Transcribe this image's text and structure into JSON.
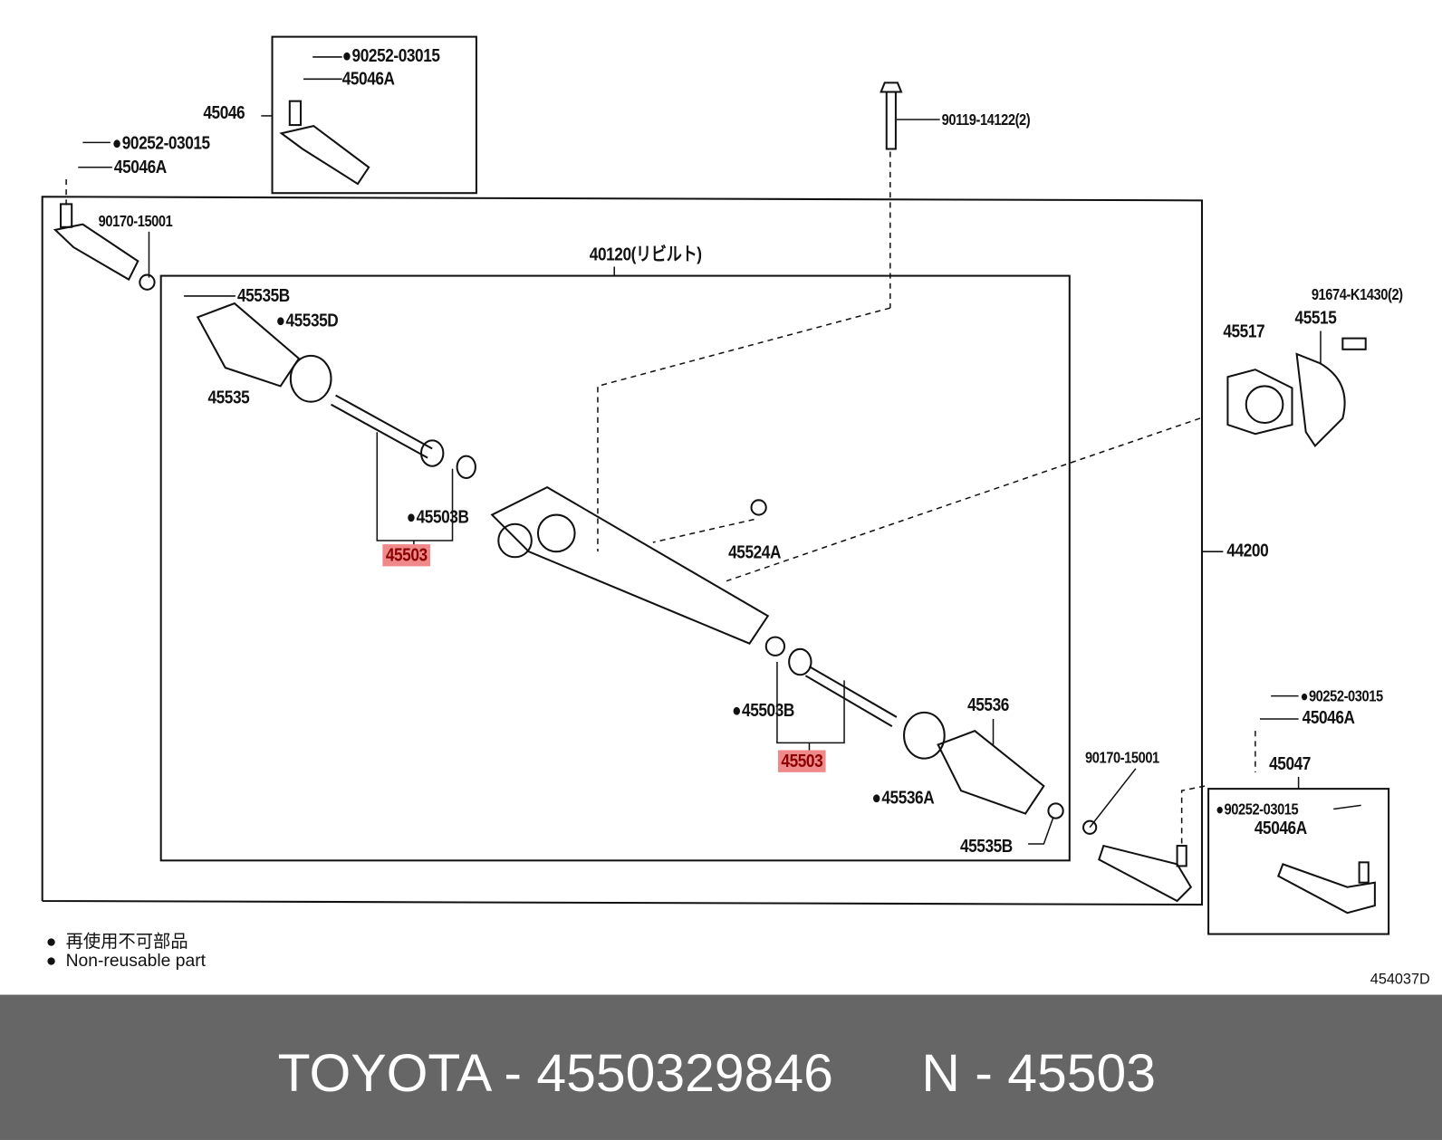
{
  "labels": [
    "90252-03015",
    "45046A",
    "45046",
    "90252-03015",
    "45046A",
    "90119-14122(2)",
    "90170-15001",
    "40120(リビルト)",
    "45535B",
    "45535D",
    "45535",
    "45503B",
    "45503",
    "45524A",
    "91674-K1430(2)",
    "45515",
    "45517",
    "44200",
    "45503B",
    "45536",
    "45503",
    "45536A",
    "90170-15001",
    "90252-03015",
    "45046A",
    "45047",
    "90252-03015",
    "45046A",
    "45535B"
  ],
  "legend": {
    "jp": "再使用不可部品",
    "en": "Non-reusable part"
  },
  "diagram_code": "454037D",
  "banner": {
    "brand_part": "TOYOTA - 4550329846",
    "ref": "N - 45503"
  },
  "colors": {
    "highlight": "#f08a8a",
    "banner_bg": "#666666"
  }
}
